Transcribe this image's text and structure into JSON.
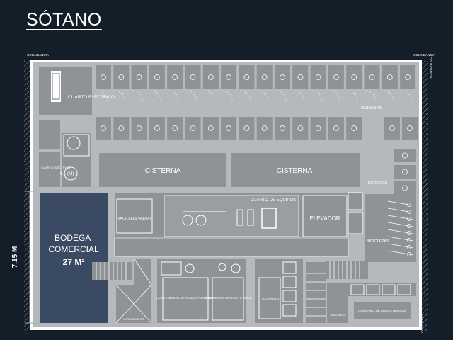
{
  "title": "SÓTANO",
  "labels": {
    "colindancia_left": "COLINDANCIA",
    "colindancia_right": "COLINDANCIA",
    "colindancia_right_v": "COLINDANCIA",
    "colindancia_bottom": "COLINDANCIA",
    "cuarto_electrico": "CUARTO ELÉCTRICO",
    "cuarto_electrico_small": "CUARTO ELÉCTRICO",
    "bodegas_top": "BODEGAS",
    "bodegas_right": "BODEGAS",
    "dimension_small": "4.1 (M)",
    "cisterna_1": "CISTERNA",
    "cisterna_2": "CISTERNA",
    "cuarto_equipos": "CUARTO DE EQUIPOS",
    "vacio_elevador": "VACIO ELEVADOR",
    "elevador": "ELEVADOR",
    "bicicletas": "BICICLETAS",
    "bodega_comercial": "BODEGA COMERCIAL",
    "area": "27 M²",
    "height": "7.15 M",
    "contenedor_pluviales": "CONTENEDOR DE AGUAS PLUVIALES",
    "contenedor_filtradas": "CONTENEDOR DE AGUA FILTRADA",
    "lavanderia": "LAVANDERÍA",
    "carcamo": "CÁRCAMO DE AGUAS NEGRAS",
    "mantenimiento": "MANTENIMIENTO",
    "sanitarios": "SANITARIOS"
  },
  "colors": {
    "background": "#141e29",
    "plan_floor": "#ffffff",
    "room_fill": "#8f9296",
    "dark_room": "#6d7176",
    "highlight": "#3a4a63",
    "text": "#ffffff"
  }
}
